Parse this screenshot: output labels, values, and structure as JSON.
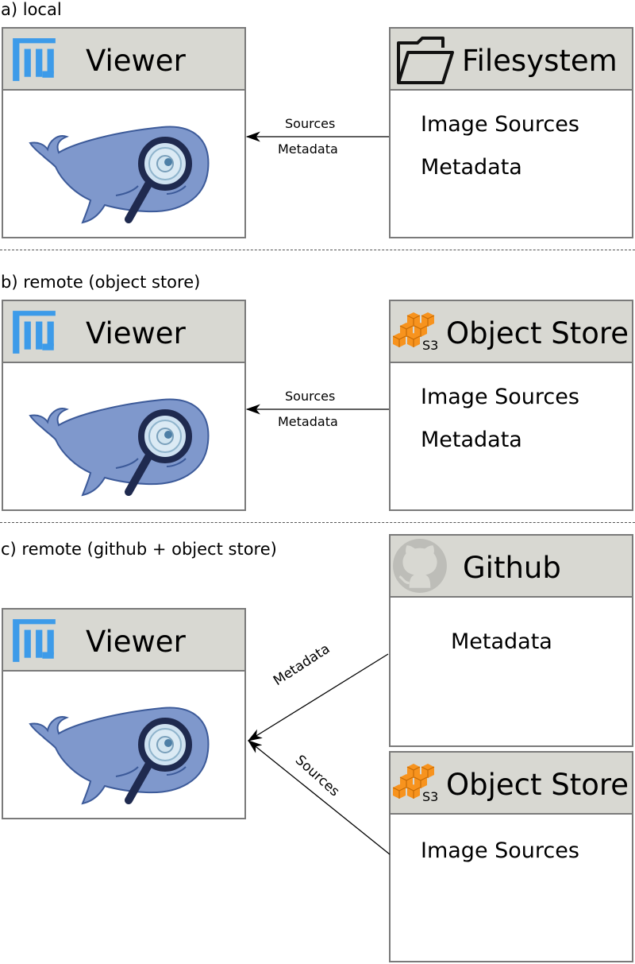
{
  "sections": {
    "a": {
      "label": "a) local"
    },
    "b": {
      "label": "b) remote (object store)"
    },
    "c": {
      "label": "c) remote (github + object store)"
    }
  },
  "viewer": {
    "title": "Viewer"
  },
  "filesystem": {
    "title": "Filesystem",
    "items": [
      "Image Sources",
      "Metadata"
    ]
  },
  "object_store": {
    "title": "Object Store",
    "s3_label": "S3",
    "items": [
      "Image Sources",
      "Metadata"
    ]
  },
  "github": {
    "title": "Github",
    "items": [
      "Metadata"
    ]
  },
  "object_store_c": {
    "title": "Object Store",
    "s3_label": "S3",
    "items": [
      "Image Sources"
    ]
  },
  "arrows": {
    "a": {
      "top": "Sources",
      "bottom": "Metadata"
    },
    "b": {
      "top": "Sources",
      "bottom": "Metadata"
    },
    "c": {
      "metadata": "Metadata",
      "sources": "Sources"
    }
  },
  "icons": {
    "viewer_logo": "fiji-logo-icon",
    "whale": "whale-magnifier-icon",
    "folder": "folder-icon",
    "s3": "aws-s3-icon",
    "github": "github-octocat-icon"
  },
  "colors": {
    "header_bg": "#d8d8d2",
    "border": "#7a7a7a",
    "fiji_blue": "#3d9be9",
    "whale": "#7f98cc",
    "aws_orange": "#f7931e"
  }
}
